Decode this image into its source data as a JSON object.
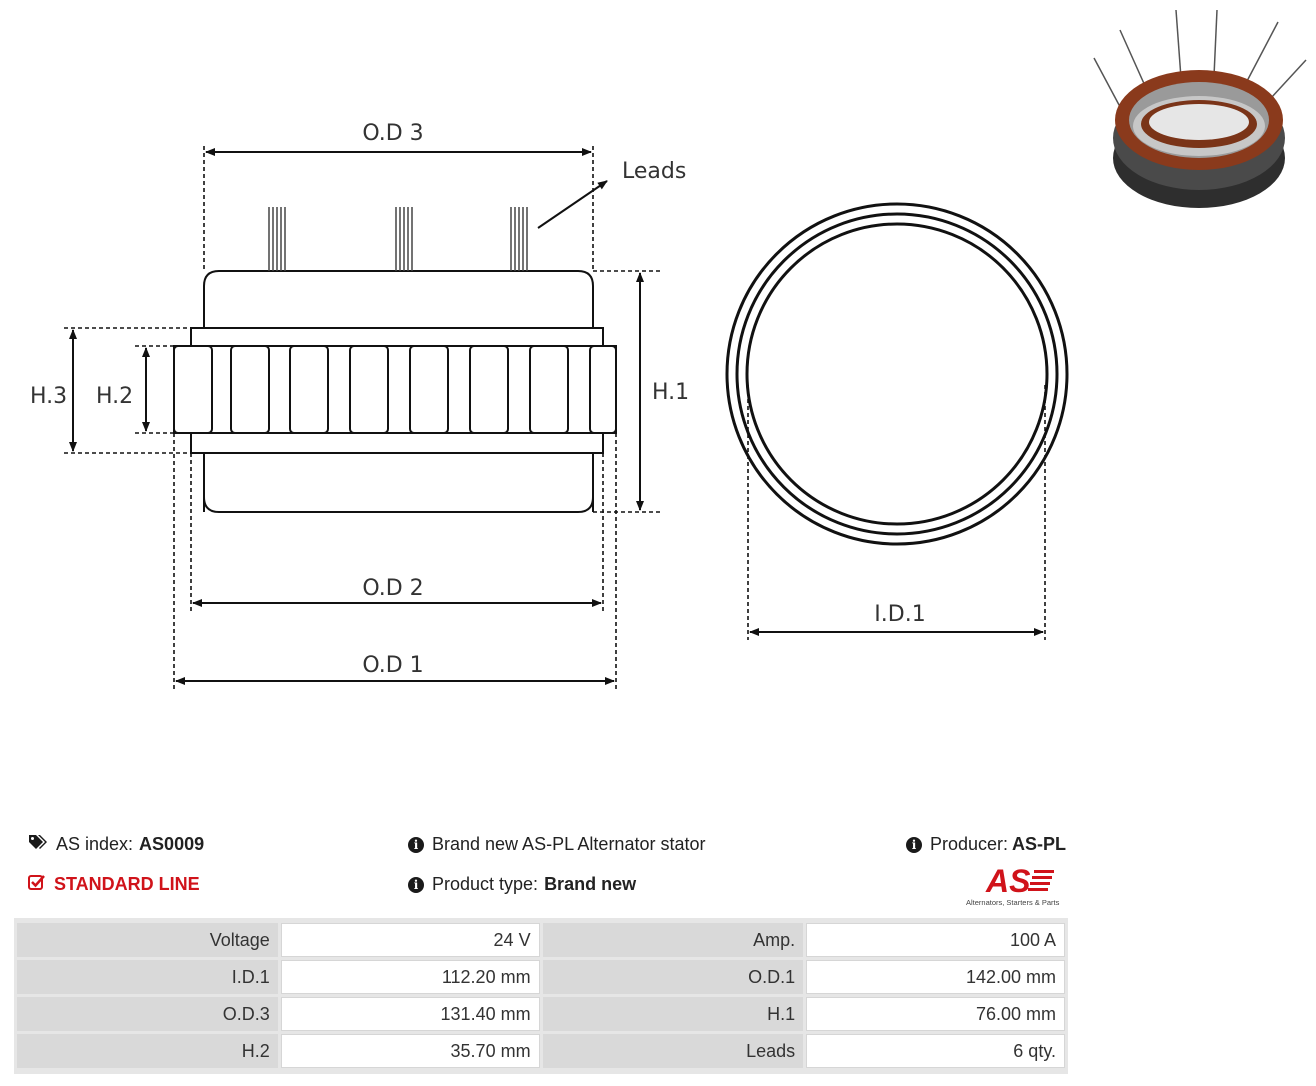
{
  "diagram": {
    "labels": {
      "od3": "O.D 3",
      "leads": "Leads",
      "h1": "H.1",
      "h2": "H.2",
      "h3": "H.3",
      "od2": "O.D 2",
      "od1": "O.D 1",
      "id1": "I.D.1"
    }
  },
  "photo": {
    "name": "stator-photo",
    "colors": {
      "copper": "#8a3a1c",
      "iron": "#3a3a3a"
    }
  },
  "info": {
    "as_index_label": "AS index:",
    "as_index_value": "AS0009",
    "standard_line": "STANDARD LINE",
    "description": "Brand new AS-PL Alternator stator",
    "product_type_label": "Product type:",
    "product_type_value": "Brand new",
    "producer_label": "Producer:",
    "producer_value": "AS-PL",
    "logo_text": "AS",
    "logo_tagline": "Alternators, Starters & Parts",
    "accent_color": "#d0131a"
  },
  "specs": [
    {
      "label1": "Voltage",
      "value1": "24 V",
      "label2": "Amp.",
      "value2": "100 A"
    },
    {
      "label1": "I.D.1",
      "value1": "112.20 mm",
      "label2": "O.D.1",
      "value2": "142.00 mm"
    },
    {
      "label1": "O.D.3",
      "value1": "131.40 mm",
      "label2": "H.1",
      "value2": "76.00 mm"
    },
    {
      "label1": "H.2",
      "value1": "35.70 mm",
      "label2": "Leads",
      "value2": "6 qty."
    }
  ]
}
